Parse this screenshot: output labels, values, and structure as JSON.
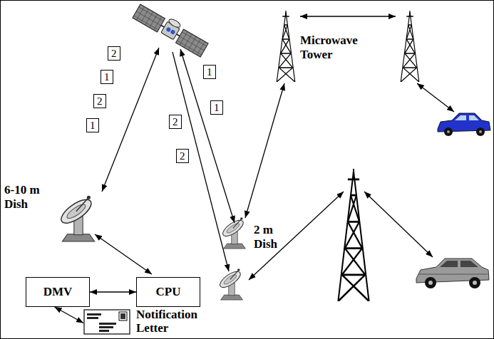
{
  "diagram": {
    "nodes": [
      {
        "text": [
          "DMV"
        ]
      },
      {
        "text": [
          "CPU"
        ]
      },
      {
        "text": [
          "Notification Letter"
        ]
      }
    ],
    "edges": [
      {
        "from": 0,
        "to": 1,
        "arrow": "both"
      },
      {
        "from": 0,
        "to": 2,
        "arrow": "both"
      }
    ],
    "labels": [
      "6-10 m Dish",
      "Microwave Tower",
      "2 m Dish",
      "2",
      "1",
      "2",
      "1",
      "1",
      "1",
      "2",
      "2"
    ]
  }
}
